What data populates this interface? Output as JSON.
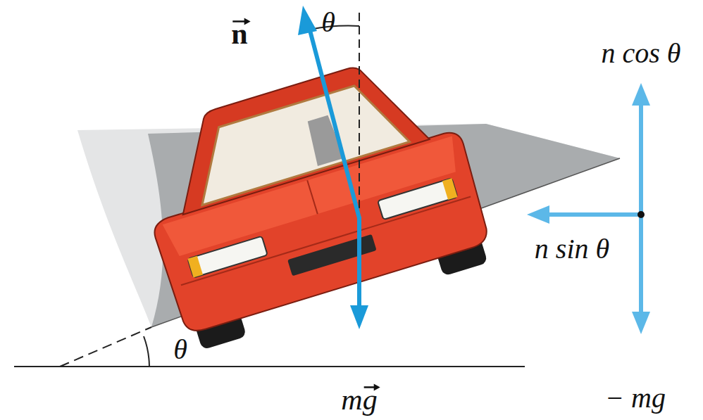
{
  "diagram": {
    "labels": [
      "n",
      "θ",
      "n cos θ",
      "n sin θ",
      "θ",
      "mg",
      "− mg"
    ]
  }
}
